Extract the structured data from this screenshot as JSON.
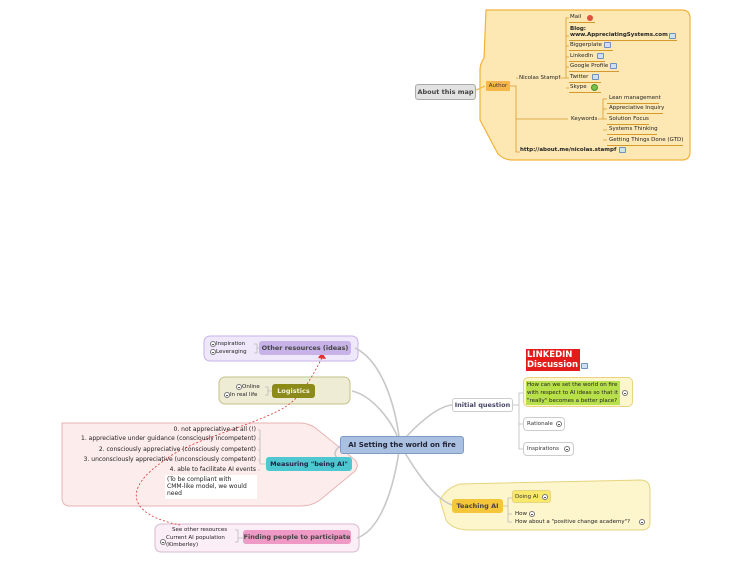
{
  "about_map": {
    "title": "About this map",
    "author_label": "Author",
    "author_name": "Nicolas Stampf",
    "links": {
      "mail": "Mail",
      "blog_label": "Blog:",
      "blog_url": "www.AppreciatingSystems.com",
      "biggerplate": "Biggerplate",
      "linkedin": "LinkedIn",
      "google_profile": "Google Profile",
      "twitter": "Twitter",
      "skype": "Skype"
    },
    "keywords_label": "Keywords",
    "keywords": [
      "Lean management",
      "Appreciative Inquiry",
      "Solution Focus",
      "Systems Thinking",
      "Getting Things Done (GTD)"
    ],
    "about_url": "http://about.me/nicolas.stampf"
  },
  "central": {
    "title": "AI Setting the world on fire"
  },
  "other_resources": {
    "title": "Other resources (ideas)",
    "items": [
      "Inspiration",
      "Leveraging"
    ]
  },
  "logistics": {
    "title": "Logistics",
    "items": [
      "Online",
      "In real life"
    ]
  },
  "measuring": {
    "title": "Measuring \"being AI\"",
    "levels": [
      "0. not appreciative at all (!)",
      "1. appreciative under guidance (consciously incompetent)",
      "2. consciously appreciative (consciously competent)",
      "3. unconsciously appreciative (unconsciously competent)",
      "4. able to facilitate AI events"
    ],
    "note_lines": [
      "(To be compliant with",
      "CMM-like model, we would",
      "need"
    ]
  },
  "finding_people": {
    "title": "Finding people to participate",
    "items": [
      "See other resources",
      "Current AI population",
      "(Kimberley)"
    ]
  },
  "initial_question": {
    "title": "Initial question",
    "linkedin_lines": [
      "LINKEDIN",
      "Discussion"
    ],
    "question_lines": [
      "How can we set the world on fire",
      "with respect to AI ideas so that it",
      "\"really\" becomes a better place?"
    ],
    "rationale": "Rationale",
    "inspirations": "Inspirations"
  },
  "teaching": {
    "title": "Teaching AI",
    "doing": "Doing AI",
    "how": "How",
    "academy": "How about a \"positive change academy\"?"
  },
  "colors": {
    "central": "#a9c0e0",
    "about_panel": "#fde8b4",
    "about_border": "#f3b23b",
    "author": "#f7b64a",
    "other_resources": "#c7b3e8",
    "logistics": "#8d8a1c",
    "measuring": "#4ec7d0",
    "finding_people": "#ef9ac6",
    "teaching": "#f6c63a",
    "question_bubble": "#b7e04a",
    "linkedin_red": "#e21b1b"
  }
}
